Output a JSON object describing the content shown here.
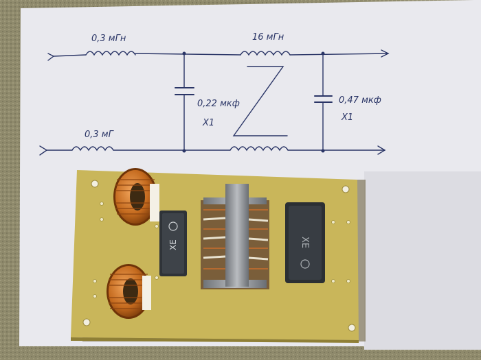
{
  "schematic": {
    "top_left_inductor": "0,3 мГн",
    "top_right_inductor": "16 мГн",
    "bottom_left_inductor": "0,3 мГ",
    "capacitor_1_value": "0,22 мкф",
    "capacitor_1_count": "X1",
    "capacitor_2_value": "0,47 мкф",
    "capacitor_2_count": "X1"
  },
  "board": {
    "capacitor_marking_left": "XE",
    "capacitor_marking_right": "XE"
  },
  "colors": {
    "paper": "#e9e9ee",
    "ink": "#2a3566",
    "pcb": "#c9b65a",
    "copper_wire": "#c46a1e",
    "component_body": "#2f3338",
    "table": "#8f8a6c"
  }
}
